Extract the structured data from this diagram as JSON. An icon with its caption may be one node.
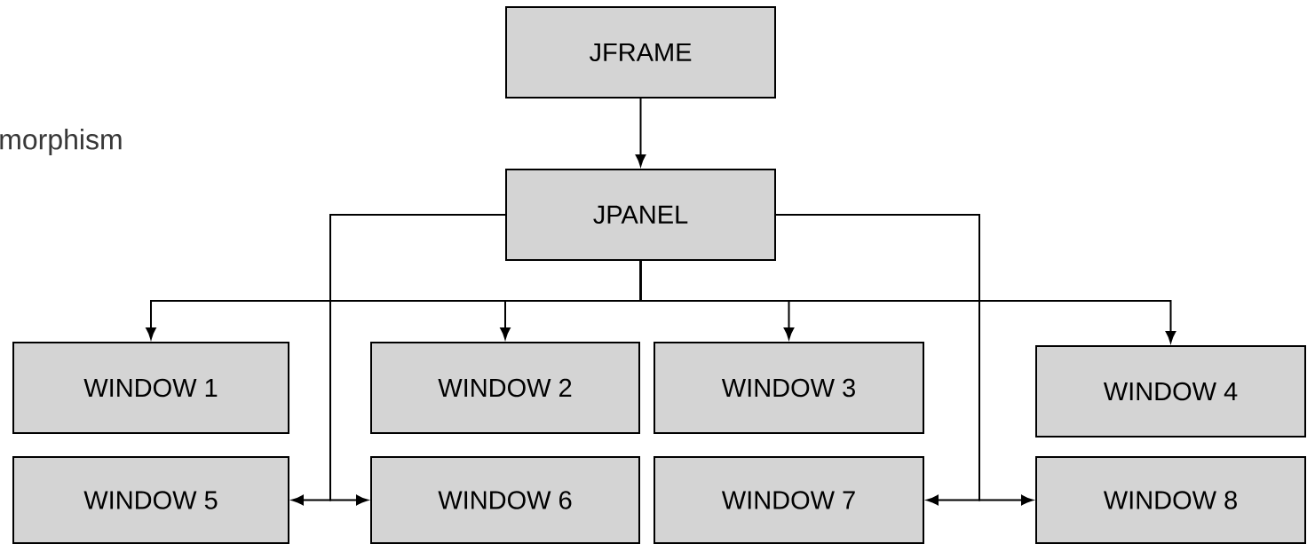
{
  "diagram": {
    "nodes": [
      {
        "text": [
          "JFRAME"
        ]
      },
      {
        "text": [
          "JPANEL"
        ]
      },
      {
        "text": [
          "WINDOW 1"
        ]
      },
      {
        "text": [
          "WINDOW 2"
        ]
      },
      {
        "text": [
          "WINDOW 3"
        ]
      },
      {
        "text": [
          "WINDOW 4"
        ]
      },
      {
        "text": [
          "WINDOW 5"
        ]
      },
      {
        "text": [
          "WINDOW 6"
        ]
      },
      {
        "text": [
          "WINDOW 7"
        ]
      },
      {
        "text": [
          "WINDOW 8"
        ]
      }
    ],
    "edges": [
      {
        "from": 0,
        "to": 1,
        "arrow": "to"
      },
      {
        "from": 1,
        "to": 2,
        "arrow": "to"
      },
      {
        "from": 1,
        "to": 3,
        "arrow": "to"
      },
      {
        "from": 1,
        "to": 4,
        "arrow": "to"
      },
      {
        "from": 1,
        "to": 5,
        "arrow": "to"
      },
      {
        "from": 1,
        "to": 6,
        "arrow": "to"
      },
      {
        "from": 1,
        "to": 7,
        "arrow": "to"
      },
      {
        "from": 1,
        "to": 8,
        "arrow": "to"
      },
      {
        "from": 1,
        "to": 9,
        "arrow": "to"
      }
    ],
    "labels": [
      "morphism"
    ]
  }
}
